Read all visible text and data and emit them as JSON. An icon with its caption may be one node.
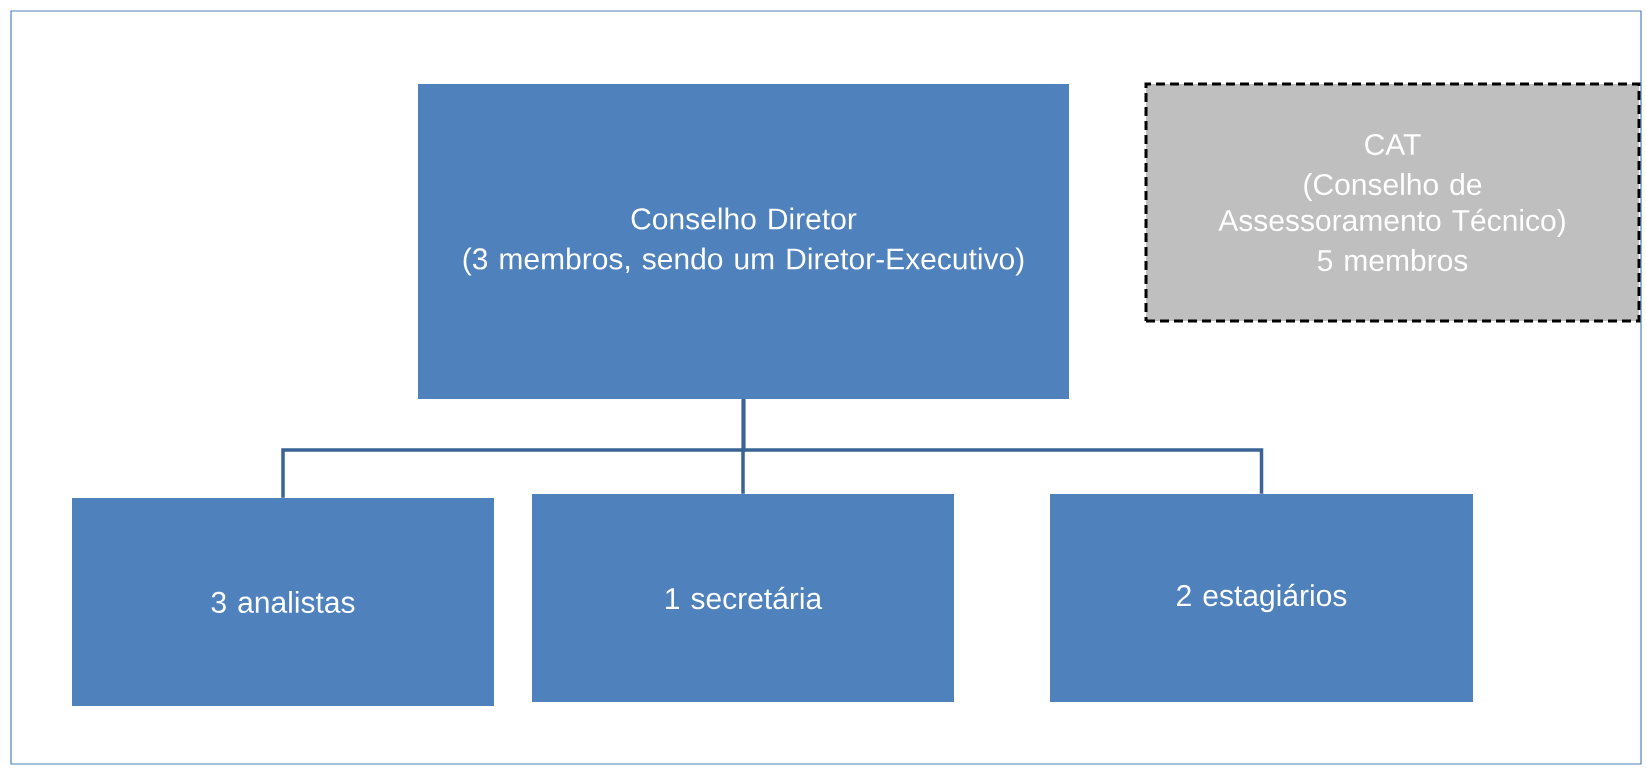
{
  "diagram": {
    "nodes": [
      {
        "text": [
          "Conselho Diretor",
          "(3 membros, sendo um Diretor-Executivo)"
        ]
      },
      {
        "text": [
          "CAT",
          "(Conselho de Assessoramento Técnico)",
          "5 membros"
        ]
      },
      {
        "text": [
          "3 analistas"
        ]
      },
      {
        "text": [
          "1 secretária"
        ]
      },
      {
        "text": [
          "2 estagiários"
        ]
      }
    ],
    "edges": [
      {
        "from": 0,
        "to": 2,
        "arrow": "none"
      },
      {
        "from": 0,
        "to": 3,
        "arrow": "none"
      },
      {
        "from": 0,
        "to": 4,
        "arrow": "none"
      }
    ]
  }
}
